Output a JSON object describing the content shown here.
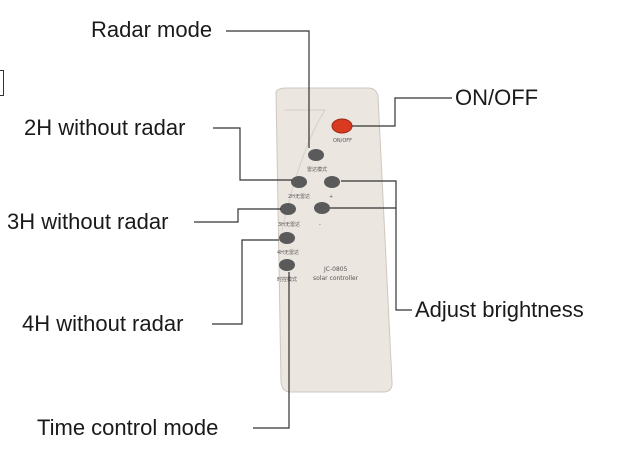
{
  "labels": {
    "radar_mode": "Radar mode",
    "on_off": "ON/OFF",
    "h2_without_radar": "2H without radar",
    "h3_without_radar": "3H without radar",
    "h4_without_radar": "4H without radar",
    "adjust_brightness": "Adjust brightness",
    "time_control_mode": "Time control mode"
  },
  "remote": {
    "power_label": "ON/OFF",
    "radar_label": "雷达模式",
    "h2_label": "2H无雷达",
    "plus_label": "+",
    "h3_label": "3H无雷达",
    "minus_label": "-",
    "h4_label": "4H无雷达",
    "time_label": "时控模式",
    "model": "JC-0805",
    "model_sub": "solar controller"
  },
  "colors": {
    "body": "#ece6e0",
    "button": "#5a5a5a",
    "power": "#d83b20",
    "line": "#333333"
  }
}
